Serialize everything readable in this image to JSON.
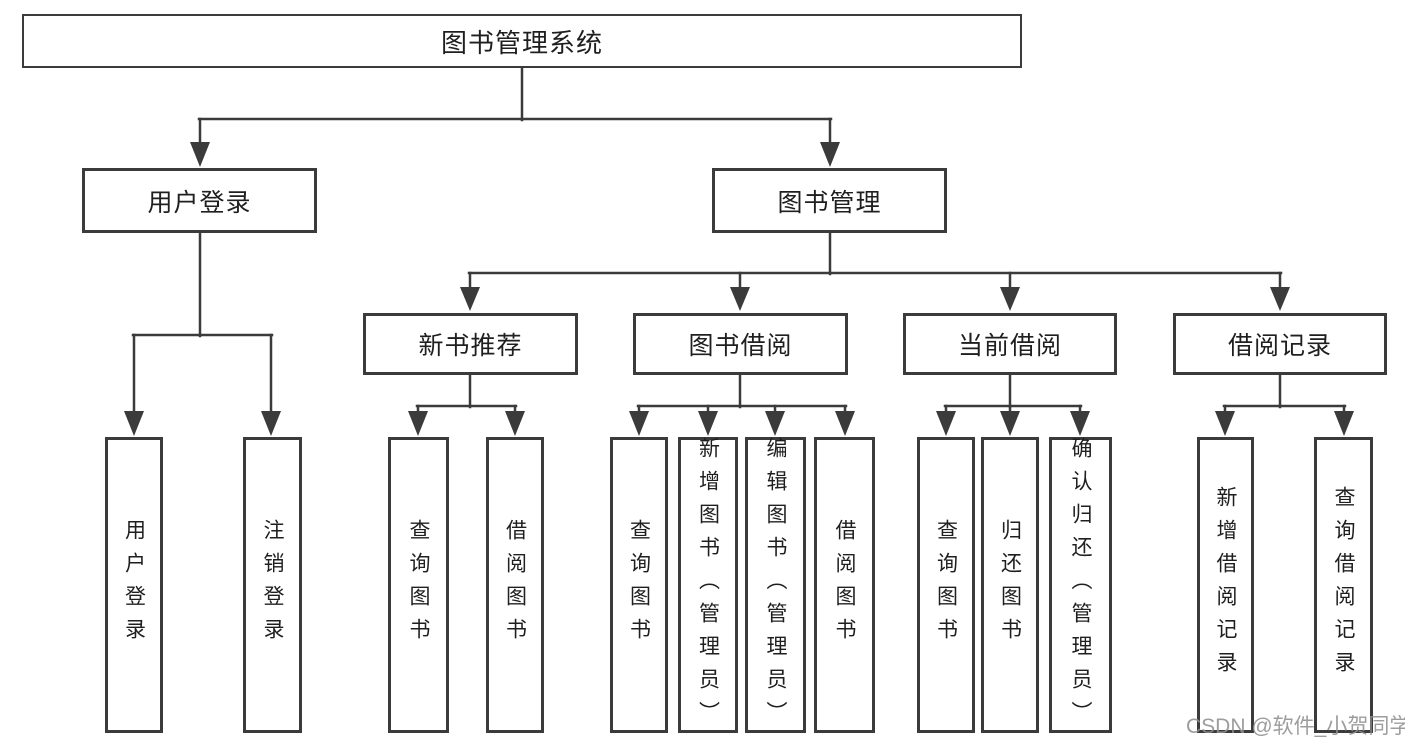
{
  "tree": {
    "label": "图书管理系统",
    "children": [
      {
        "label": "用户登录",
        "children": [
          {
            "label": "用户登录"
          },
          {
            "label": "注销登录"
          }
        ]
      },
      {
        "label": "图书管理",
        "children": [
          {
            "label": "新书推荐",
            "children": [
              {
                "label": "查询图书"
              },
              {
                "label": "借阅图书"
              }
            ]
          },
          {
            "label": "图书借阅",
            "children": [
              {
                "label": "查询图书"
              },
              {
                "label": "新增图书（管理员）"
              },
              {
                "label": "编辑图书（管理员）"
              },
              {
                "label": "借阅图书"
              }
            ]
          },
          {
            "label": "当前借阅",
            "children": [
              {
                "label": "查询图书"
              },
              {
                "label": "归还图书"
              },
              {
                "label": "确认归还（管理员）"
              }
            ]
          },
          {
            "label": "借阅记录",
            "children": [
              {
                "label": "新增借阅记录"
              },
              {
                "label": "查询借阅记录"
              }
            ]
          }
        ]
      }
    ]
  },
  "watermark": {
    "text": "CSDN @软件_小贺同学"
  },
  "colors": {
    "line": "#3b3b3b",
    "box_border": "#3b3b3b",
    "text": "#1f1f1f",
    "watermark": "#909090",
    "background": "#ffffff"
  }
}
